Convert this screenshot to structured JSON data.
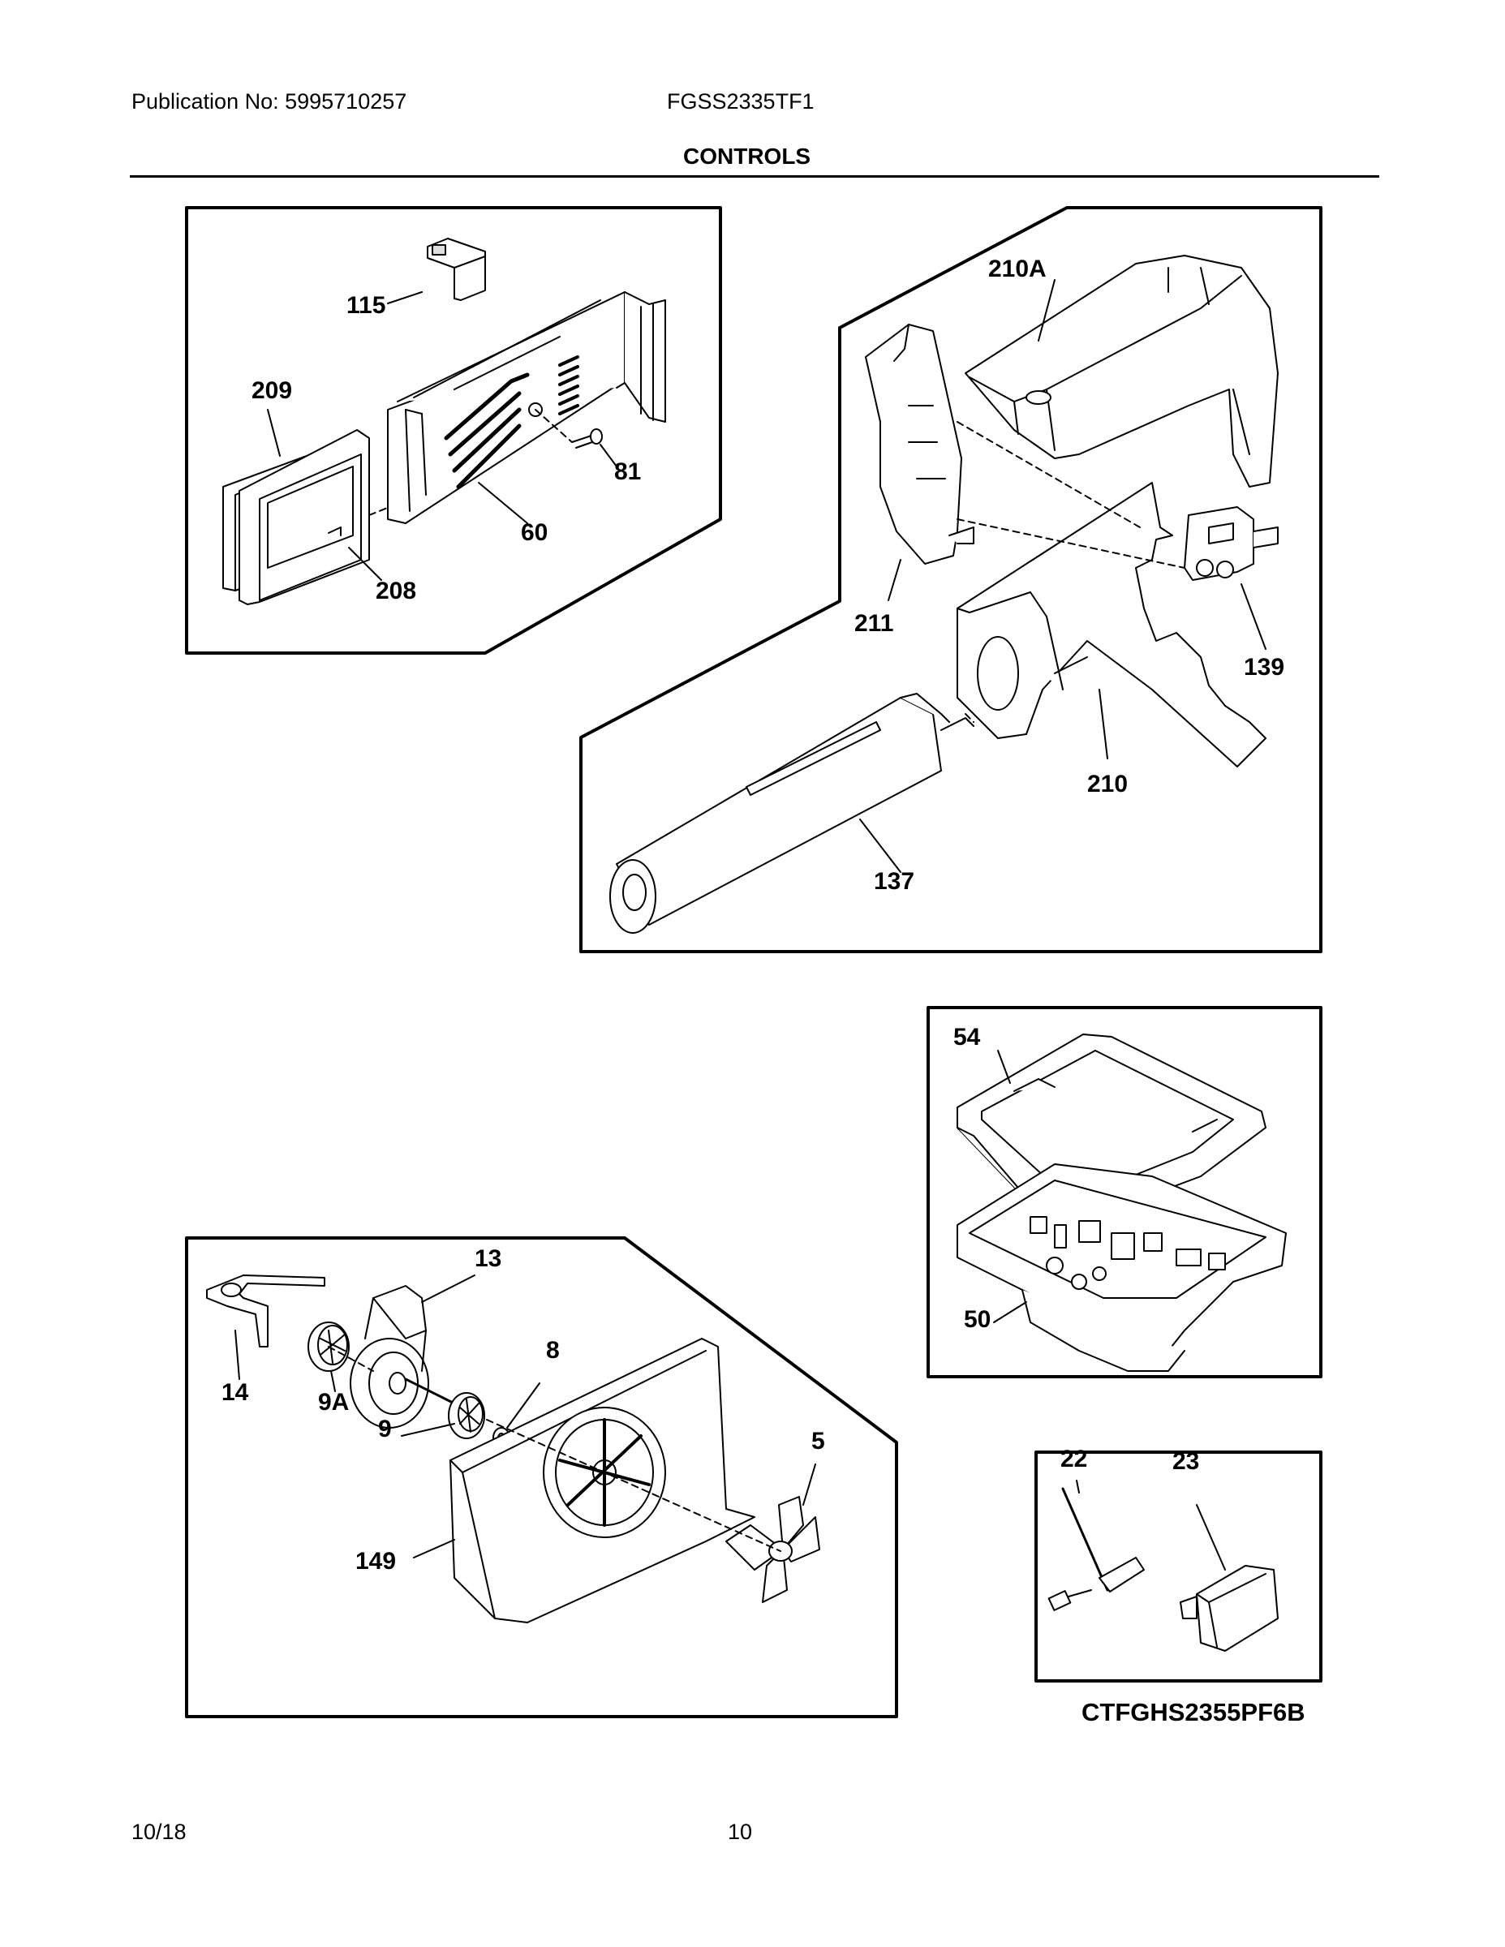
{
  "header": {
    "publication": "Publication No: 5995710257",
    "model": "FGSS2335TF1",
    "title": "CONTROLS"
  },
  "labels": {
    "p115": "115",
    "p209": "209",
    "p81": "81",
    "p60": "60",
    "p208": "208",
    "p210A": "210A",
    "p211": "211",
    "p139": "139",
    "p210": "210",
    "p137": "137",
    "p54": "54",
    "p50": "50",
    "p13": "13",
    "p8": "8",
    "p14": "14",
    "p9A": "9A",
    "p9": "9",
    "p5": "5",
    "p149": "149",
    "p22": "22",
    "p23": "23"
  },
  "diagram_code": "CTFGHS2355PF6B",
  "footer": {
    "date": "10/18",
    "page": "10"
  }
}
